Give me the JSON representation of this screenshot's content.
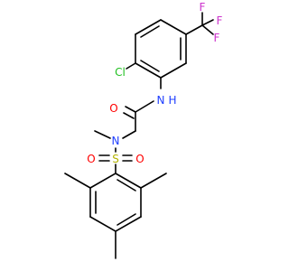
{
  "molecule": {
    "atom_labels": {
      "chlorine": "Cl",
      "fluorine_1": "F",
      "fluorine_2": "F",
      "fluorine_3": "F",
      "carbonyl_oxygen": "O",
      "amide_nh": "N",
      "amide_h": "H",
      "amine_nitrogen": "N",
      "sulfur": "S",
      "sulfonyl_oxygen_left": "O",
      "sulfonyl_oxygen_right": "O"
    },
    "colors": {
      "bond": "#000000",
      "chlorine": "#1fbf1f",
      "fluorine": "#cc33cc",
      "oxygen": "#ff0000",
      "nitrogen": "#1f3fff",
      "sulfur": "#b3b300"
    }
  }
}
